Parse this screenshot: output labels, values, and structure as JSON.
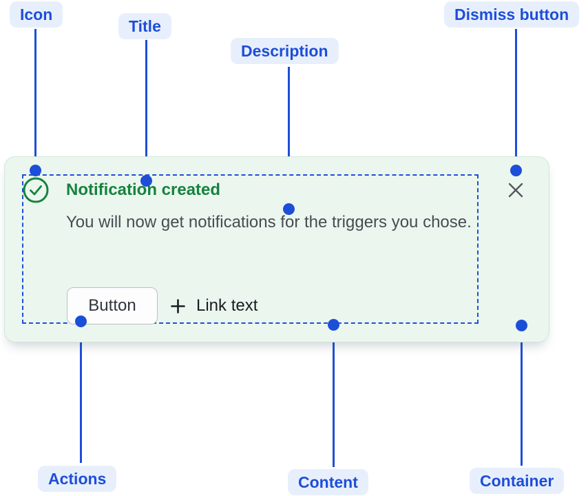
{
  "annotations": {
    "icon": "Icon",
    "title": "Title",
    "description": "Description",
    "dismiss_button": "Dismiss button",
    "actions": "Actions",
    "content": "Content",
    "container": "Container"
  },
  "toast": {
    "icon": "check-circle-icon",
    "title": "Notification created",
    "description": "You will now get notifications for the triggers you chose.",
    "button_label": "Button",
    "link_icon": "plus-icon",
    "link_label": "Link text",
    "dismiss_icon": "close-icon"
  },
  "colors": {
    "annotation_blue": "#1d4ed8",
    "annotation_pill_bg": "#e8effc",
    "card_background": "#ebf6ee",
    "card_border": "#cfe8d8",
    "success_green": "#15833d",
    "description_gray": "#474c52",
    "button_border_gray": "#b9bfc6",
    "dismiss_gray": "#54585d",
    "link_text_black": "#191d21"
  }
}
